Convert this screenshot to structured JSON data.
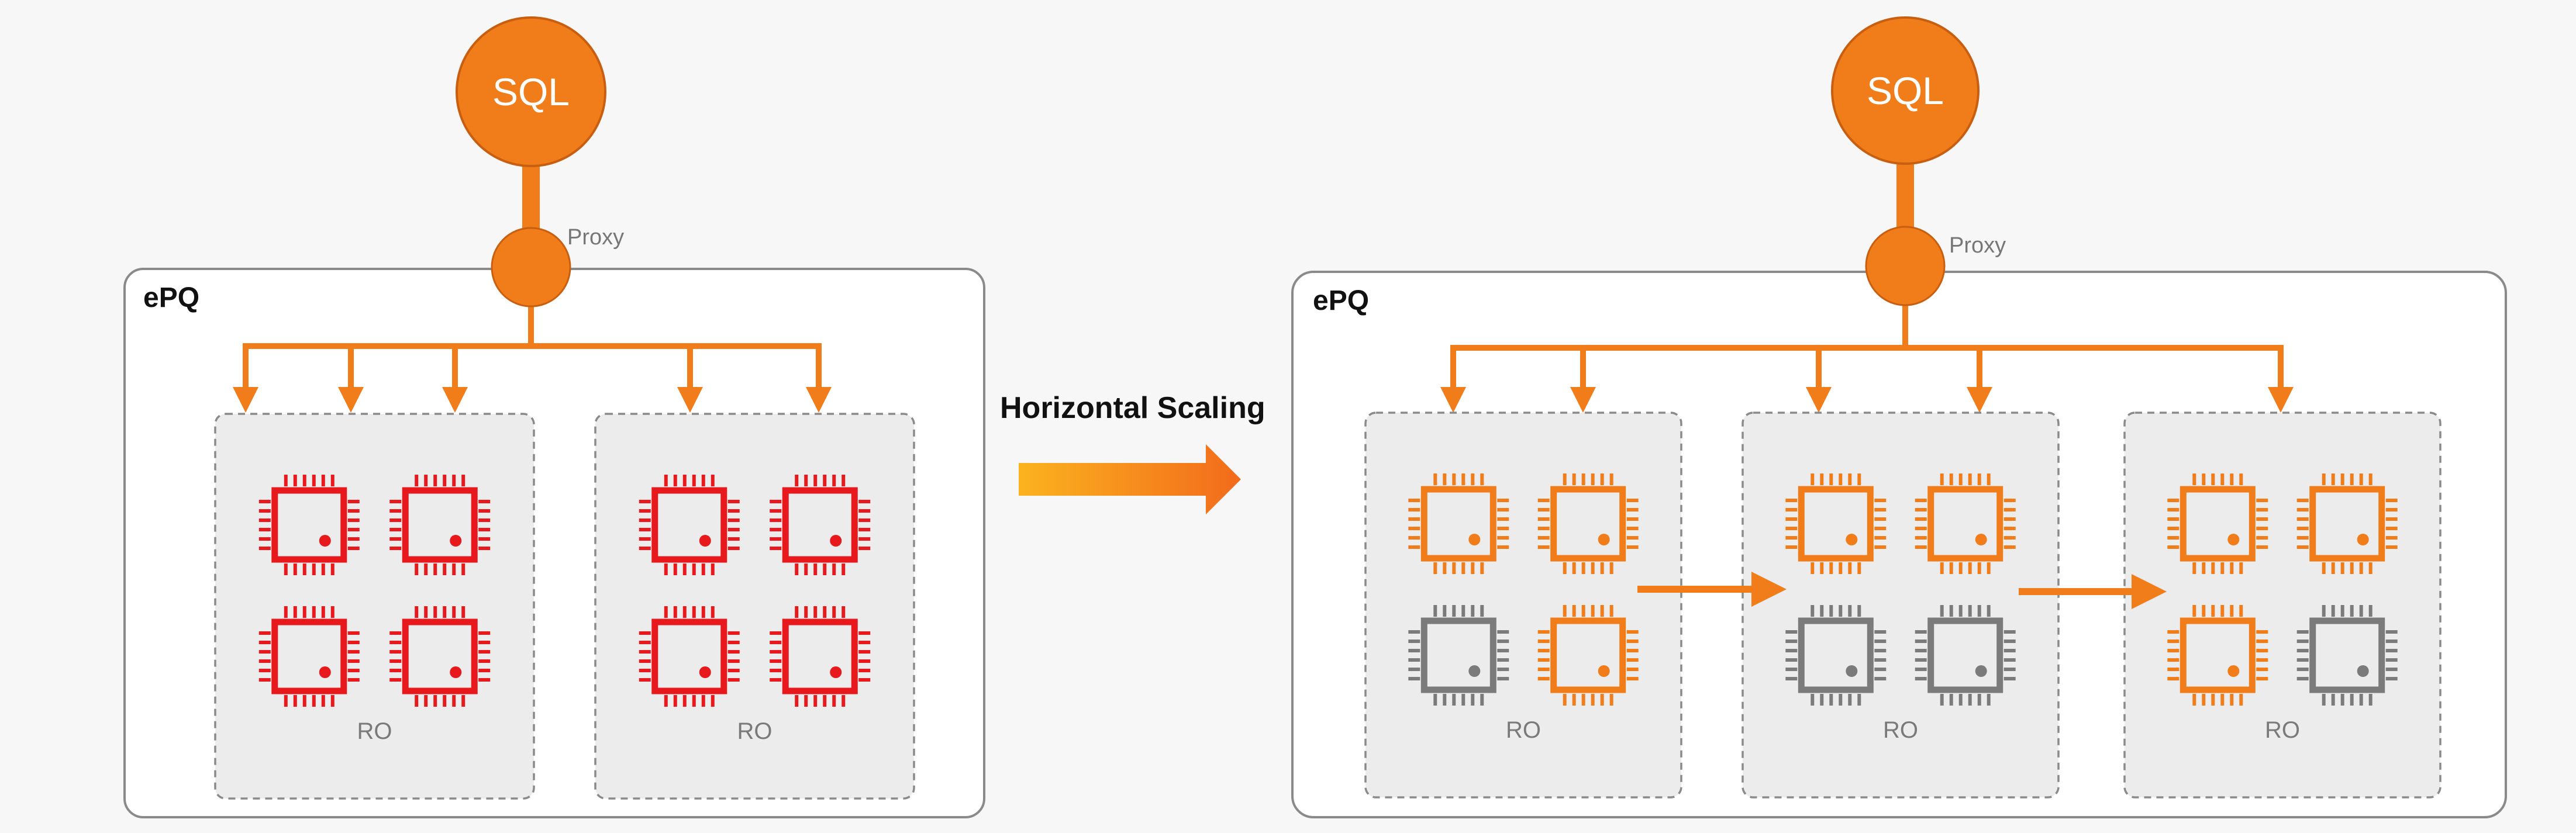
{
  "diagram": {
    "left": {
      "cluster_label": "ePQ",
      "sql_label": "SQL",
      "proxy_label": "Proxy",
      "nodes": [
        {
          "label": "RO",
          "chips": [
            "red",
            "red",
            "red",
            "red"
          ]
        },
        {
          "label": "RO",
          "chips": [
            "red",
            "red",
            "red",
            "red"
          ]
        }
      ]
    },
    "transition": {
      "label": "Horizontal Scaling"
    },
    "right": {
      "cluster_label": "ePQ",
      "sql_label": "SQL",
      "proxy_label": "Proxy",
      "nodes": [
        {
          "label": "RO",
          "chips": [
            "orange",
            "orange",
            "gray",
            "orange"
          ]
        },
        {
          "label": "RO",
          "chips": [
            "orange",
            "orange",
            "gray",
            "gray"
          ]
        },
        {
          "label": "RO",
          "chips": [
            "orange",
            "orange",
            "orange",
            "gray"
          ]
        }
      ]
    }
  },
  "colors": {
    "orange": "#f07d1a",
    "red": "#e8191c",
    "gray": "#7b7b7b",
    "gradient_start": "#fbb31f",
    "gradient_end": "#f26a1b",
    "node_fill": "#ececec",
    "border": "#888888"
  }
}
